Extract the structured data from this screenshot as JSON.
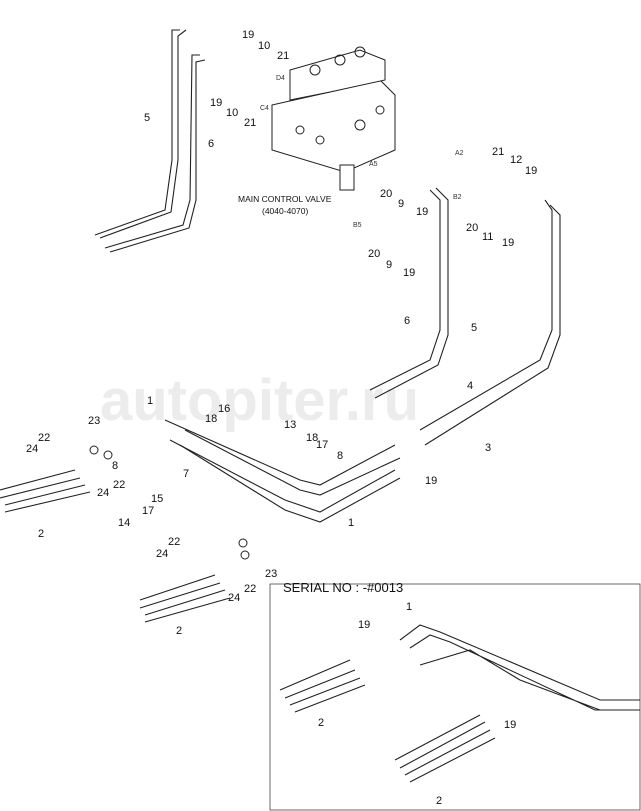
{
  "diagram": {
    "valve_title": "MAIN CONTROL VALVE",
    "valve_model": "(4040-4070)",
    "serial_label": "SERIAL NO : -#0013",
    "watermark": "autopiter.ru",
    "ports": [
      "D4",
      "C4",
      "A2",
      "A5",
      "B2",
      "B5"
    ],
    "callouts": [
      "19",
      "10",
      "21",
      "19",
      "10",
      "21",
      "5",
      "6",
      "21",
      "12",
      "19",
      "20",
      "9",
      "19",
      "20",
      "11",
      "19",
      "20",
      "9",
      "19",
      "6",
      "5",
      "4",
      "3",
      "1",
      "23",
      "22",
      "24",
      "16",
      "18",
      "13",
      "18",
      "17",
      "8",
      "8",
      "22",
      "7",
      "24",
      "15",
      "17",
      "14",
      "2",
      "1",
      "19",
      "22",
      "24",
      "23",
      "22",
      "24",
      "2"
    ],
    "inset_callouts": [
      "1",
      "19",
      "2",
      "19",
      "2"
    ]
  }
}
